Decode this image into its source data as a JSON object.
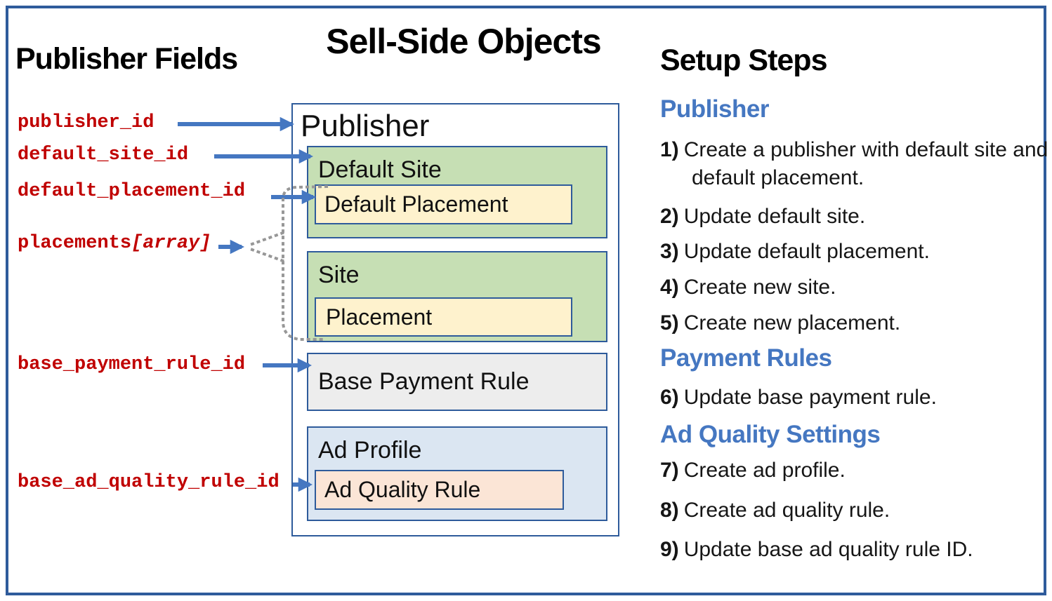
{
  "title": "Sell-Side Objects",
  "left_panel": {
    "heading": "Publisher Fields",
    "fields": [
      {
        "text": "publisher_id",
        "italic_suffix": ""
      },
      {
        "text": "default_site_id",
        "italic_suffix": ""
      },
      {
        "text": "default_placement_id",
        "italic_suffix": ""
      },
      {
        "text": "placements",
        "italic_suffix": "[array]"
      },
      {
        "text": "base_payment_rule_id",
        "italic_suffix": ""
      },
      {
        "text": "base_ad_quality_rule_id",
        "italic_suffix": ""
      }
    ]
  },
  "diagram": {
    "publisher_label": "Publisher",
    "default_site_label": "Default Site",
    "default_placement_label": "Default Placement",
    "site_label": "Site",
    "placement_label": "Placement",
    "base_payment_rule_label": "Base Payment Rule",
    "ad_profile_label": "Ad Profile",
    "ad_quality_rule_label": "Ad Quality Rule"
  },
  "right_panel": {
    "heading": "Setup Steps",
    "sections": [
      {
        "heading": "Publisher",
        "steps": [
          {
            "num": "1)",
            "text": "Create a publisher with default site and default placement."
          },
          {
            "num": "2)",
            "text": "Update default site."
          },
          {
            "num": "3)",
            "text": "Update default placement."
          },
          {
            "num": "4)",
            "text": "Create new site."
          },
          {
            "num": "5)",
            "text": "Create new placement."
          }
        ]
      },
      {
        "heading": "Payment Rules",
        "steps": [
          {
            "num": "6)",
            "text": "Update base payment rule."
          }
        ]
      },
      {
        "heading": "Ad Quality Settings",
        "steps": [
          {
            "num": "7)",
            "text": "Create ad profile."
          },
          {
            "num": "8)",
            "text": "Create ad quality rule."
          },
          {
            "num": "9)",
            "text": "Update base ad quality rule ID."
          }
        ]
      }
    ]
  },
  "colors": {
    "accent_blue": "#4472c4",
    "border_blue": "#2e5b9b",
    "field_red": "#c00000",
    "green_fill": "#c6dfb4",
    "yellow_fill": "#fef2cd",
    "gray_fill": "#ededed",
    "light_blue_fill": "#dbe6f2",
    "peach_fill": "#fbe5d6",
    "dotted_gray": "#979797"
  }
}
